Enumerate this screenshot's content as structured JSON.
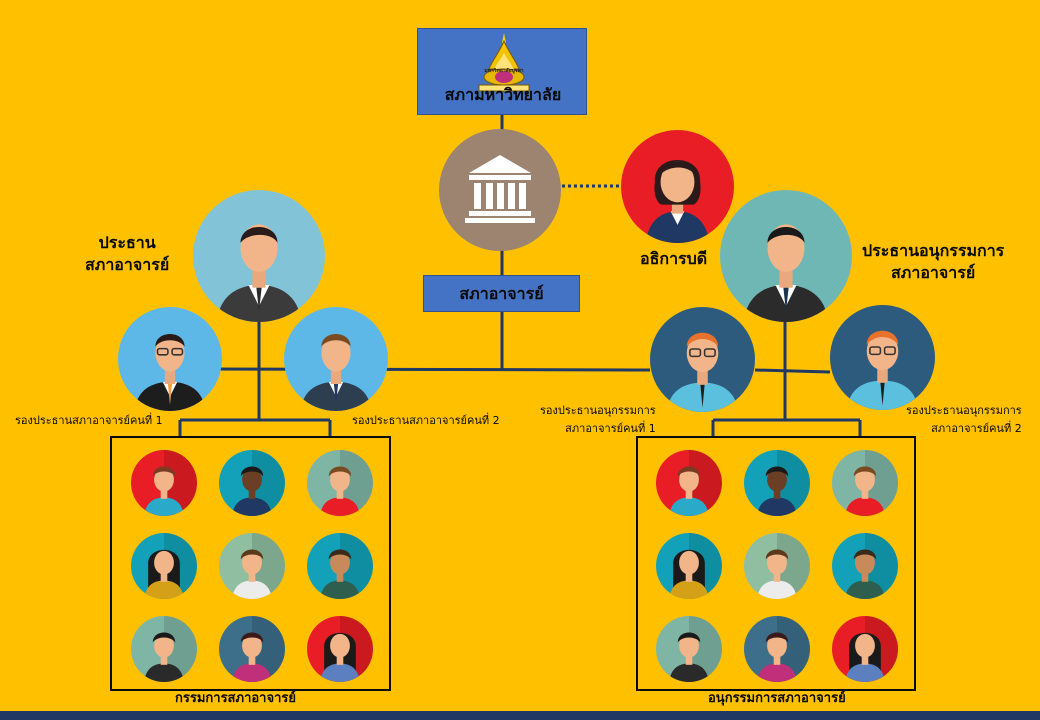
{
  "org_chart": {
    "university": {
      "title": "สภามหาวิทยาลัย",
      "logo_text": "มหาวิทยาลัยบูรพา"
    },
    "council": {
      "title": "สภาอาจารย์",
      "icon": "institution-icon"
    },
    "president": {
      "label": "อธิการบดี"
    },
    "chair": {
      "line1": "ประธาน",
      "line2": "สภาอาจารย์"
    },
    "subcommittee_chair": {
      "line1": "ประธานอนุกรรมการ",
      "line2": "สภาอาจารย์"
    },
    "vice_chairs": [
      {
        "label": "รองประธานสภาอาจารย์คนที่ 1"
      },
      {
        "label": "รองประธานสภาอาจารย์คนที่ 2"
      }
    ],
    "sub_vice_chairs": [
      {
        "line1": "รองประธานอนุกรรมการ",
        "line2": "สภาอาจารย์คนที่ 1"
      },
      {
        "line1": "รองประธานอนุกรรมการ",
        "line2": "สภาอาจารย์คนที่ 2"
      }
    ],
    "committee": {
      "label": "กรรมการสภาอาจารย์"
    },
    "subcommittee": {
      "label": "อนุกรรมการสภาอาจารย์"
    }
  },
  "colors": {
    "background": "#FFC000",
    "box_blue": "#4472C4",
    "line_navy": "#1F3864"
  }
}
